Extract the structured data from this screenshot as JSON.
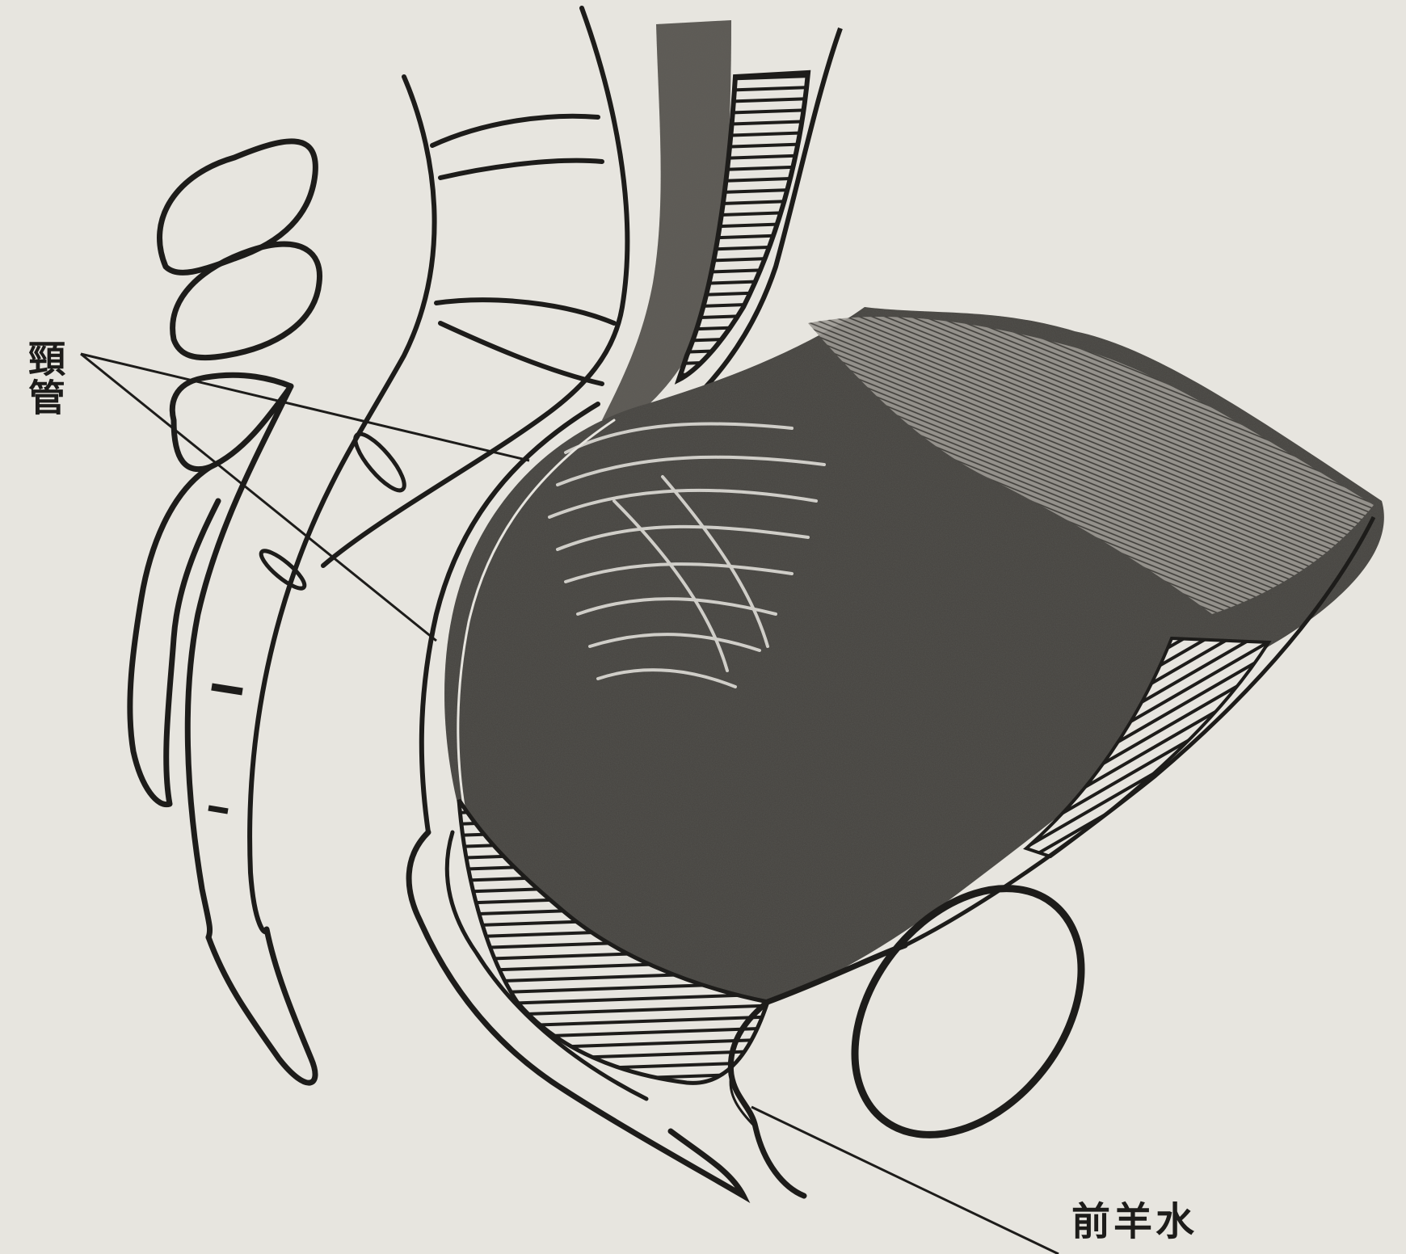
{
  "labels": {
    "cervix": "頸管",
    "forewater": "前羊水"
  },
  "icons": [
    "pelvis-outline",
    "rectum",
    "fetal-head",
    "amniotic-sac",
    "pubic-bone",
    "spine"
  ],
  "colors": {
    "paper": "#e7e5df",
    "ink": "#1d1c1a",
    "stipple": "#4a4844"
  }
}
